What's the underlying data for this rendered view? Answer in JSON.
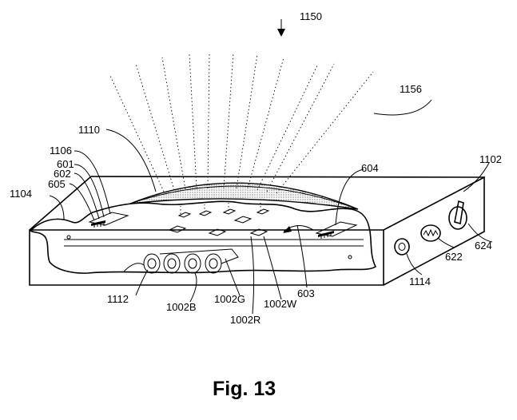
{
  "figure": {
    "caption": "Fig. 13",
    "labels": {
      "l1150": "1150",
      "l1156": "1156",
      "l1110": "1110",
      "l1106": "1106",
      "l601": "601",
      "l602": "602",
      "l605": "605",
      "l1104": "1104",
      "l604": "604",
      "l1102": "1102",
      "l624": "624",
      "l622": "622",
      "l1114": "1114",
      "l603": "603",
      "l1112": "1112",
      "l1002B": "1002B",
      "l1002G": "1002G",
      "l1002W": "1002W",
      "l1002R": "1002R"
    }
  }
}
